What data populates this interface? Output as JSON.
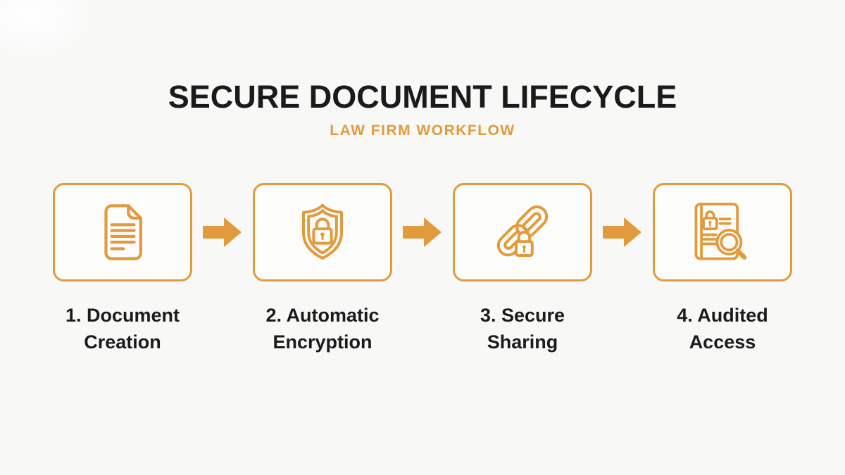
{
  "meta": {
    "colors": {
      "accent": "#e19b3d",
      "background": "#f8f8f7",
      "box_background": "#fcfcfb",
      "text": "#1b1b1b"
    }
  },
  "header": {
    "title": "SECURE DOCUMENT LIFECYCLE",
    "subtitle": "LAW FIRM WORKFLOW"
  },
  "steps": [
    {
      "label": "1. Document\nCreation",
      "icon": "document-icon"
    },
    {
      "label": "2. Automatic\nEncryption",
      "icon": "shield-lock-icon"
    },
    {
      "label": "3. Secure\nSharing",
      "icon": "chain-lock-icon"
    },
    {
      "label": "4. Audited\nAccess",
      "icon": "document-audit-icon"
    }
  ]
}
